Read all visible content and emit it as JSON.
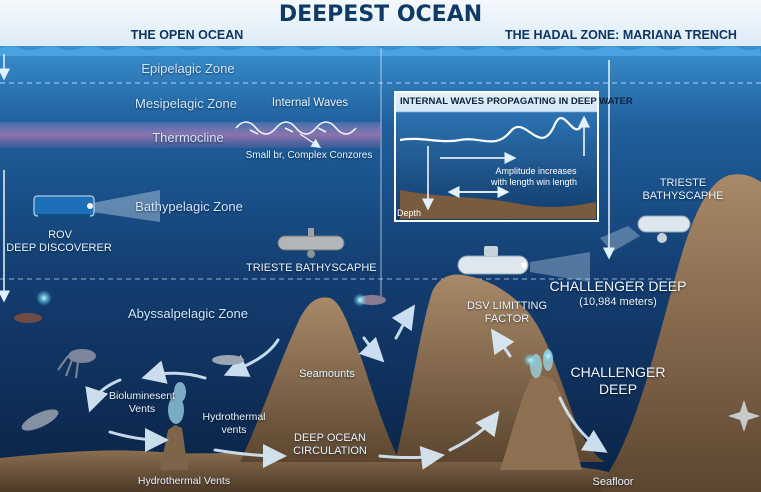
{
  "title": "DEEPEST OCEAN",
  "headers": {
    "left": "THE OPEN OCEAN",
    "right": "THE HADAL ZONE: MARIANA TRENCH"
  },
  "zones": {
    "epipelagic": "Epipelagic Zone",
    "mesopelagic": "Mesipelagic Zone",
    "thermocline": "Thermocline",
    "bathypelagic": "Bathypelagic Zone",
    "abyssalpelagic": "Abyssalpelagic Zone"
  },
  "labels": {
    "internal_waves": "Internal Waves",
    "small_complex": "Small br, Complex Conzores",
    "rov_line1": "ROV",
    "rov_line2": "DEEP DISCOVERER",
    "trieste_center": "TRIESTE BATHYSCAPHE",
    "trieste_right_line1": "TRIESTE",
    "trieste_right_line2": "BATHYSCAPHE",
    "challenger_deep_top": "CHALLENGER DEEP",
    "challenger_depth": "(10,984 meters)",
    "dsv_line1": "DSV LIMITTING",
    "dsv_line2": "FACTOR",
    "challenger_deep_lower_line1": "CHALLENGER",
    "challenger_deep_lower_line2": "DEEP",
    "seamounts": "Seamounts",
    "bioluminescent_line1": "Bioluminesent",
    "bioluminescent_line2": "Vents",
    "hydrothermal_line1": "Hydrothermal",
    "hydrothermal_line2": "vents",
    "circulation_line1": "DEEP OCEAN",
    "circulation_line2": "CIRCULATION",
    "hydrothermal_vents_bottom": "Hydrothermal Vents",
    "seafloor": "Seafloor"
  },
  "inset": {
    "title": "INTERNAL WAVES PROPAGATING IN DEEP WATER",
    "amplitude_line1": "Amplitude increases",
    "amplitude_line2": "with length win length",
    "depth": "Depth"
  },
  "colors": {
    "sky": "#eaf3fb",
    "surface": "#2f86c7",
    "deep": "#0a2448",
    "seafloor": "#7a6146",
    "thermocline": "#b07ab4",
    "title": "#0f3a66"
  }
}
